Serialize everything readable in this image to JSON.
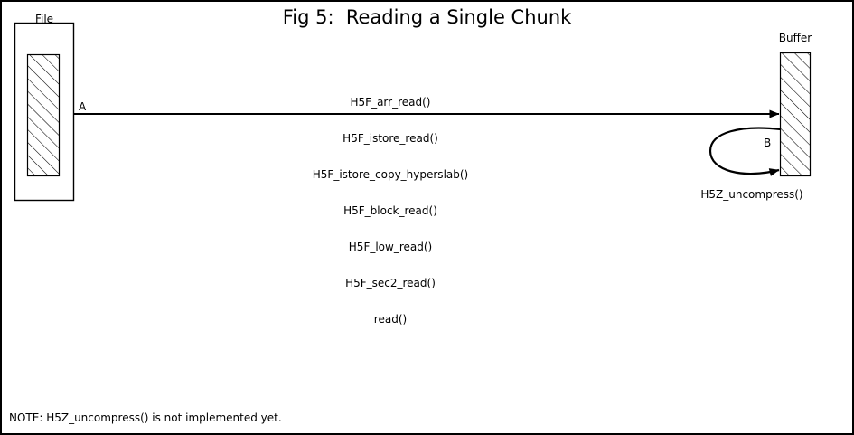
{
  "figure": {
    "title": "Fig 5:  Reading a Single Chunk",
    "note": "NOTE: H5Z_uncompress() is not implemented yet."
  },
  "nodes": {
    "file": {
      "label": "File",
      "inner_fill": "hatch-45"
    },
    "buffer": {
      "label": "Buffer",
      "inner_fill": "hatch-45"
    }
  },
  "edges": {
    "a": {
      "marker": "A",
      "direction": "file-to-buffer",
      "call_stack": [
        "H5F_arr_read()",
        "H5F_istore_read()",
        "H5F_istore_copy_hyperslab()",
        "H5F_block_read()",
        "H5F_low_read()",
        "H5F_sec2_read()",
        "read()"
      ]
    },
    "b": {
      "marker": "B",
      "direction": "buffer-to-buffer",
      "label": "H5Z_uncompress()"
    }
  },
  "colors": {
    "ink": "#000000",
    "paper": "#ffffff"
  }
}
